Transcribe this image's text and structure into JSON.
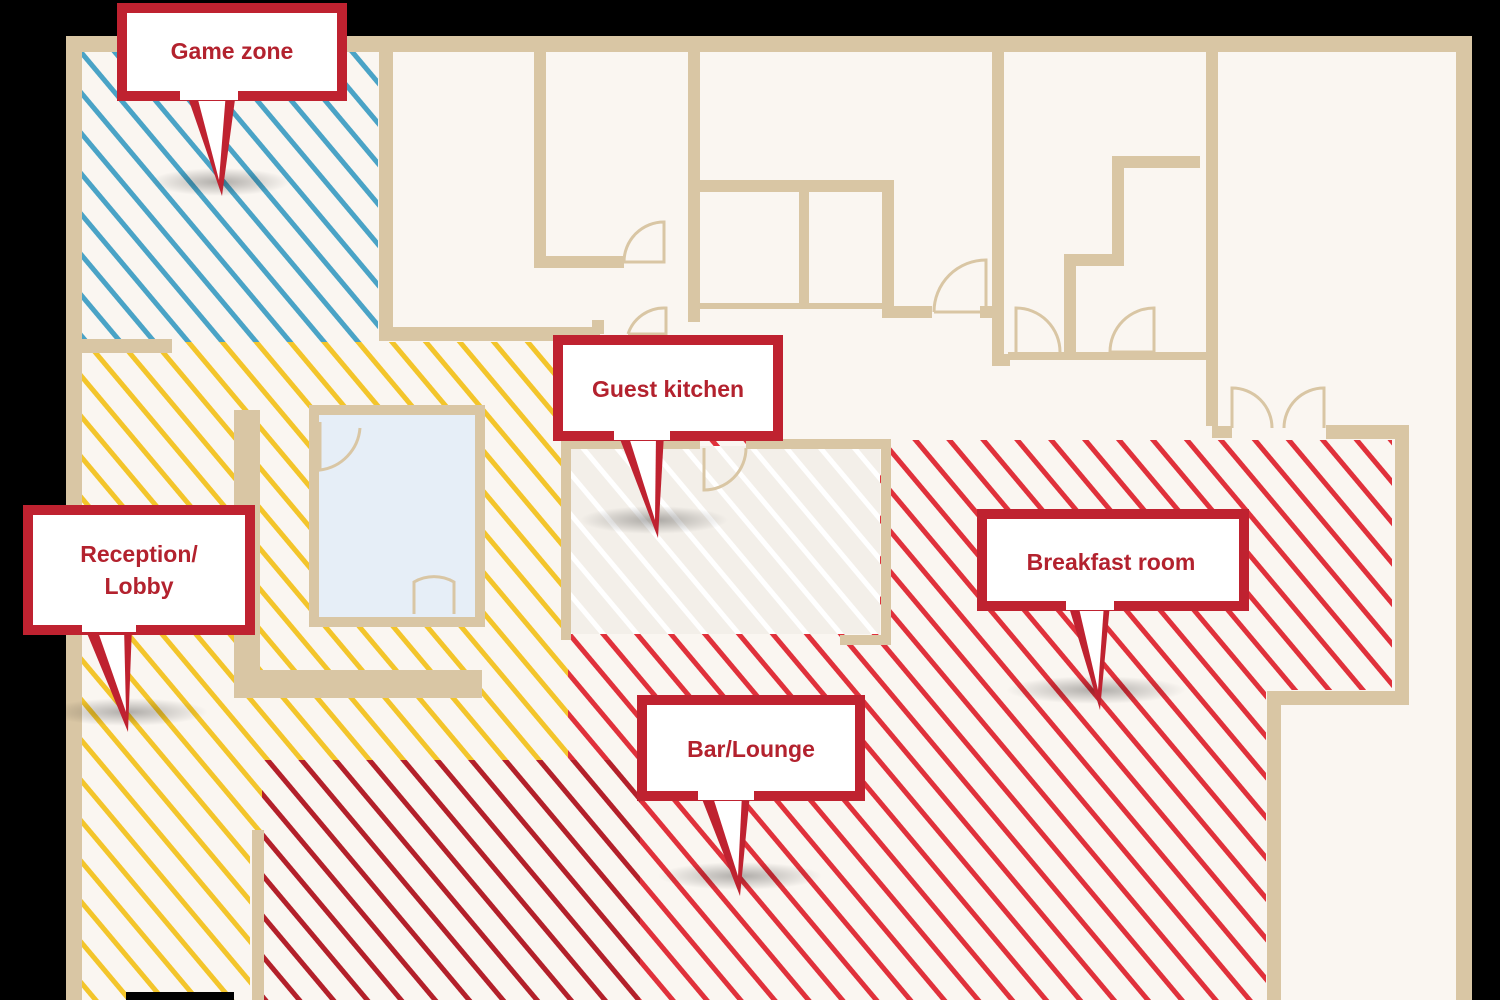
{
  "colors": {
    "background": "#000000",
    "floor": "#faf6f1",
    "wall": "#d9c6a4",
    "callout_border": "#bf2230",
    "callout_text": "#b3222e",
    "game_zone_hatch": "#4aa3c6",
    "reception_hatch": "#f3c52b",
    "breakfast_hatch": "#e0313b",
    "bar_hatch": "#b3202a",
    "kitchen_hatch": "#ffffff",
    "glass_room": "#e6eef7"
  },
  "zones": {
    "game_zone": {
      "label": "Game zone"
    },
    "guest_kitchen": {
      "label": "Guest kitchen"
    },
    "reception": {
      "label_line1": "Reception/",
      "label_line2": "Lobby"
    },
    "breakfast_room": {
      "label": "Breakfast room"
    },
    "bar_lounge": {
      "label": "Bar/Lounge"
    }
  }
}
